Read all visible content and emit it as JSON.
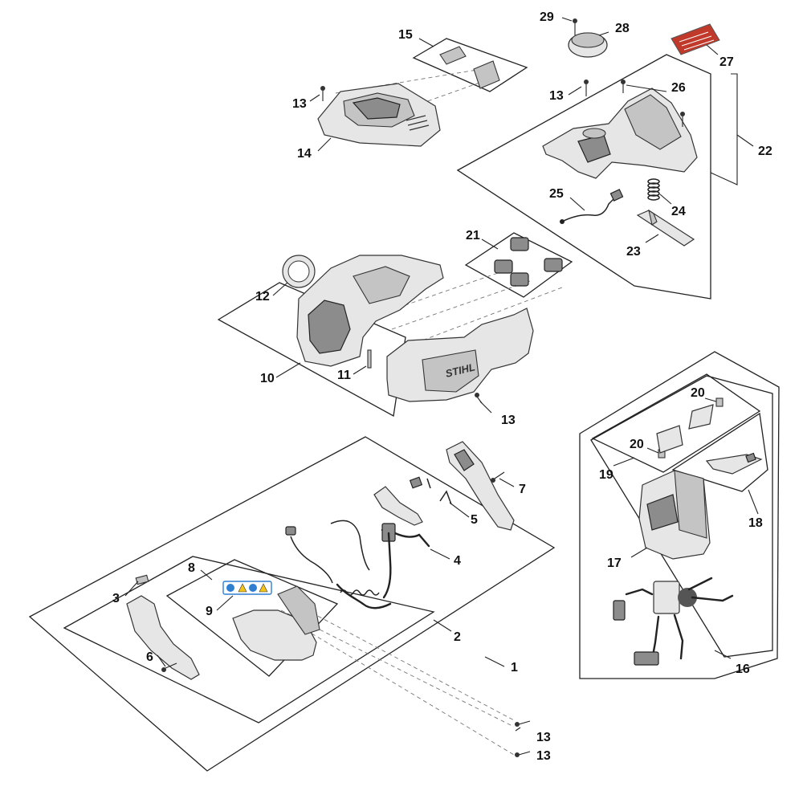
{
  "colors": {
    "line": "#222222",
    "part_fill": "#e6e6e6",
    "part_shade": "#8c8c8c",
    "label_red": "#c0392b",
    "sticker_blue": "#2f7fd1",
    "sticker_yellow": "#f3c316"
  },
  "callouts": {
    "c1": "1",
    "c2": "2",
    "c3": "3",
    "c4": "4",
    "c5": "5",
    "c6": "6",
    "c7": "7",
    "c8": "8",
    "c9": "9",
    "c10": "10",
    "c11": "11",
    "c12": "12",
    "c13a": "13",
    "c13b": "13",
    "c13c": "13",
    "c13d": "13",
    "c13e": "13",
    "c14": "14",
    "c15": "15",
    "c16": "16",
    "c17": "17",
    "c18": "18",
    "c19": "19",
    "c20a": "20",
    "c20b": "20",
    "c21": "21",
    "c22": "22",
    "c23": "23",
    "c24": "24",
    "c25": "25",
    "c26": "26",
    "c27": "27",
    "c28": "28",
    "c29": "29"
  },
  "housing_logo": "STIHL"
}
